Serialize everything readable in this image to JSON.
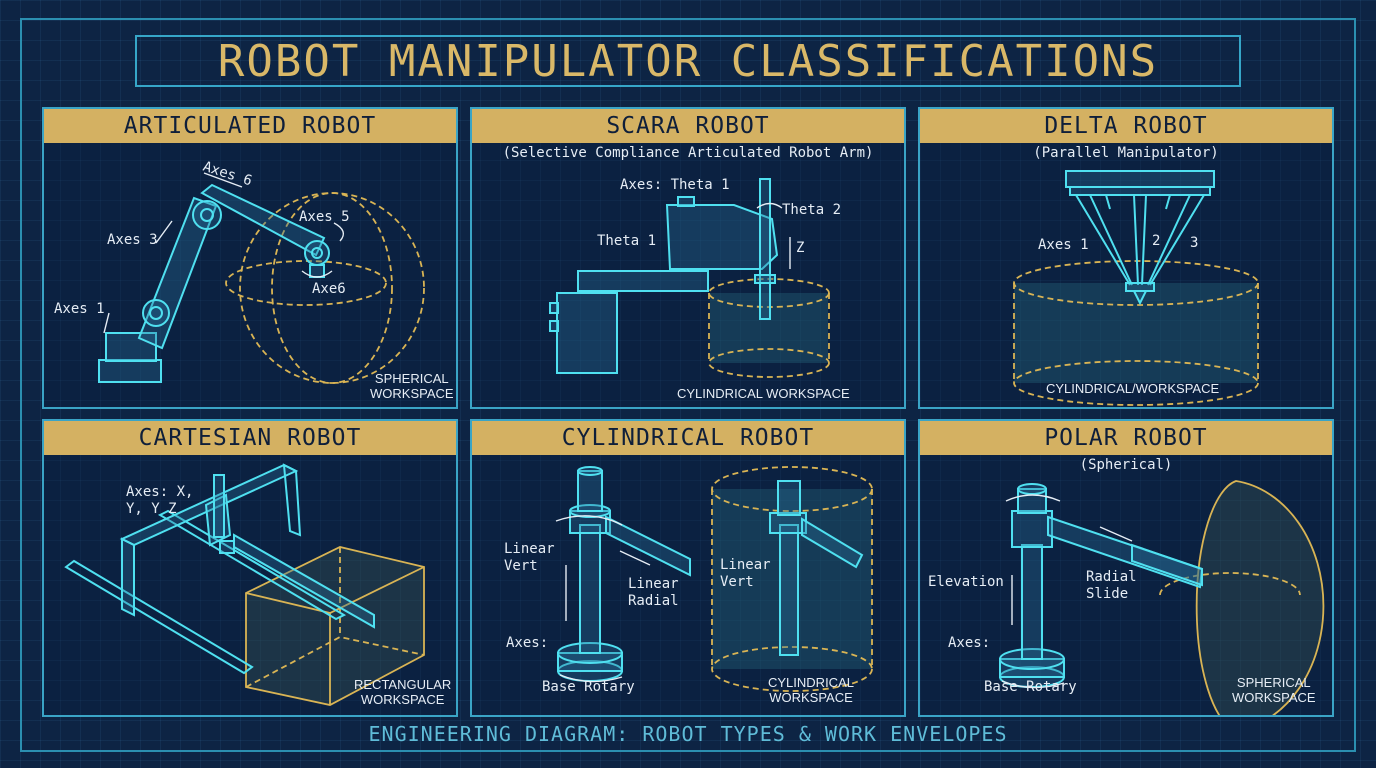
{
  "title": "ROBOT MANIPULATOR CLASSIFICATIONS",
  "footer": "ENGINEERING DIAGRAM: ROBOT TYPES & WORK ENVELOPES",
  "colors": {
    "background": "#0d2444",
    "header_gold": "#d4b162",
    "line_cyan": "#4fe0f0",
    "workspace_gold": "#d9b454"
  },
  "panels": {
    "articulated": {
      "title": "ARTICULATED ROBOT",
      "labels": [
        "Axes 6",
        "Axes 3",
        "Axes 5",
        "Axes 1",
        "Axe6"
      ],
      "workspace": [
        "SPHERICAL",
        "WORKSPACE"
      ]
    },
    "scara": {
      "title": "SCARA ROBOT",
      "subtitle": "(Selective Compliance Articulated Robot Arm)",
      "labels": [
        "Axes: Theta 1",
        "Theta 2",
        "Theta 1",
        "Z"
      ],
      "workspace": [
        "CYLINDRICAL WORKSPACE"
      ]
    },
    "delta": {
      "title": "DELTA ROBOT",
      "subtitle": "(Parallel Manipulator)",
      "labels": [
        "Axes 1",
        "2",
        "3"
      ],
      "workspace": [
        "CYLINDRICAL/WORKSPACE"
      ]
    },
    "cartesian": {
      "title": "CARTESIAN ROBOT",
      "labels": [
        "Axes: X,",
        "Y, Y Z"
      ],
      "workspace": [
        "RECTANGULAR",
        "WORKSPACE"
      ]
    },
    "cylindrical": {
      "title": "CYLINDRICAL ROBOT",
      "labels": [
        "Linear",
        "Vert",
        "Linear",
        "Radial",
        "Axes:",
        "Base Rotary",
        "Linear",
        "Vert"
      ],
      "workspace": [
        "CYLINDRICAL",
        "WORKSPACE"
      ]
    },
    "polar": {
      "title": "POLAR ROBOT",
      "subtitle": "(Spherical)",
      "labels": [
        "Elevation",
        "Radial",
        "Slide",
        "Axes:",
        "Base Rotary"
      ],
      "workspace": [
        "SPHERICAL",
        "WORKSPACE"
      ]
    }
  }
}
